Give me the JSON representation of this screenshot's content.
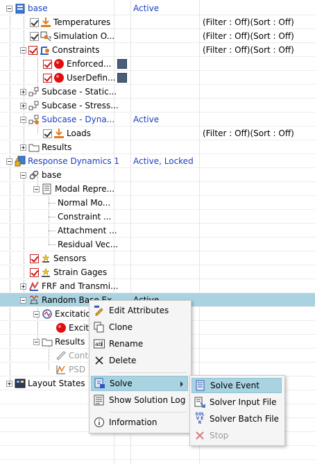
{
  "tree": {
    "rows": [
      {
        "label": "base",
        "status": "Active",
        "filter": ""
      },
      {
        "label": "Temperatures",
        "status": "",
        "filter": "(Filter : Off)(Sort : Off)"
      },
      {
        "label": "Simulation O...",
        "status": "",
        "filter": "(Filter : Off)(Sort : Off)"
      },
      {
        "label": "Constraints",
        "status": "",
        "filter": "(Filter : Off)(Sort : Off)"
      },
      {
        "label": "Enforced...",
        "status": "",
        "filter": ""
      },
      {
        "label": "UserDefin...",
        "status": "",
        "filter": ""
      },
      {
        "label": "Subcase - Static...",
        "status": "",
        "filter": ""
      },
      {
        "label": "Subcase - Stress...",
        "status": "",
        "filter": ""
      },
      {
        "label": "Subcase - Dyna...",
        "status": "Active",
        "filter": ""
      },
      {
        "label": "Loads",
        "status": "",
        "filter": "(Filter : Off)(Sort : Off)"
      },
      {
        "label": "Results",
        "status": "",
        "filter": ""
      },
      {
        "label": "Response Dynamics 1",
        "status": "Active, Locked",
        "filter": ""
      },
      {
        "label": "base",
        "status": "",
        "filter": ""
      },
      {
        "label": "Modal Repre...",
        "status": "",
        "filter": ""
      },
      {
        "label": "Normal Mo...",
        "status": "",
        "filter": ""
      },
      {
        "label": "Constraint ...",
        "status": "",
        "filter": ""
      },
      {
        "label": "Attachment ...",
        "status": "",
        "filter": ""
      },
      {
        "label": "Residual Vec...",
        "status": "",
        "filter": ""
      },
      {
        "label": "Sensors",
        "status": "",
        "filter": ""
      },
      {
        "label": "Strain Gages",
        "status": "",
        "filter": ""
      },
      {
        "label": "FRF and Transmi...",
        "status": "",
        "filter": ""
      },
      {
        "label": "Random Base Ex...",
        "status": "Active",
        "filter": ""
      },
      {
        "label": "Excitation",
        "status": "",
        "filter": ""
      },
      {
        "label": "Excita",
        "status": "",
        "filter": ""
      },
      {
        "label": "Results",
        "status": "",
        "filter": ""
      },
      {
        "label": "Conto",
        "status": "",
        "filter": ""
      },
      {
        "label": "PSD",
        "status": "",
        "filter": ""
      },
      {
        "label": "Layout States",
        "status": "",
        "filter": ""
      }
    ]
  },
  "context_menu": {
    "items": [
      "Edit Attributes",
      "Clone",
      "Rename",
      "Delete",
      "Solve",
      "Show Solution Log",
      "Information"
    ]
  },
  "submenu": {
    "items": [
      "Solve Event",
      "Solver Input File",
      "Solver Batch File",
      "Stop"
    ],
    "batch_icon_text": "SOLV ER"
  },
  "colors": {
    "selection": "#a9d3e1",
    "link_blue": "#1a3fbf",
    "swatch": "#4b5f7c"
  }
}
